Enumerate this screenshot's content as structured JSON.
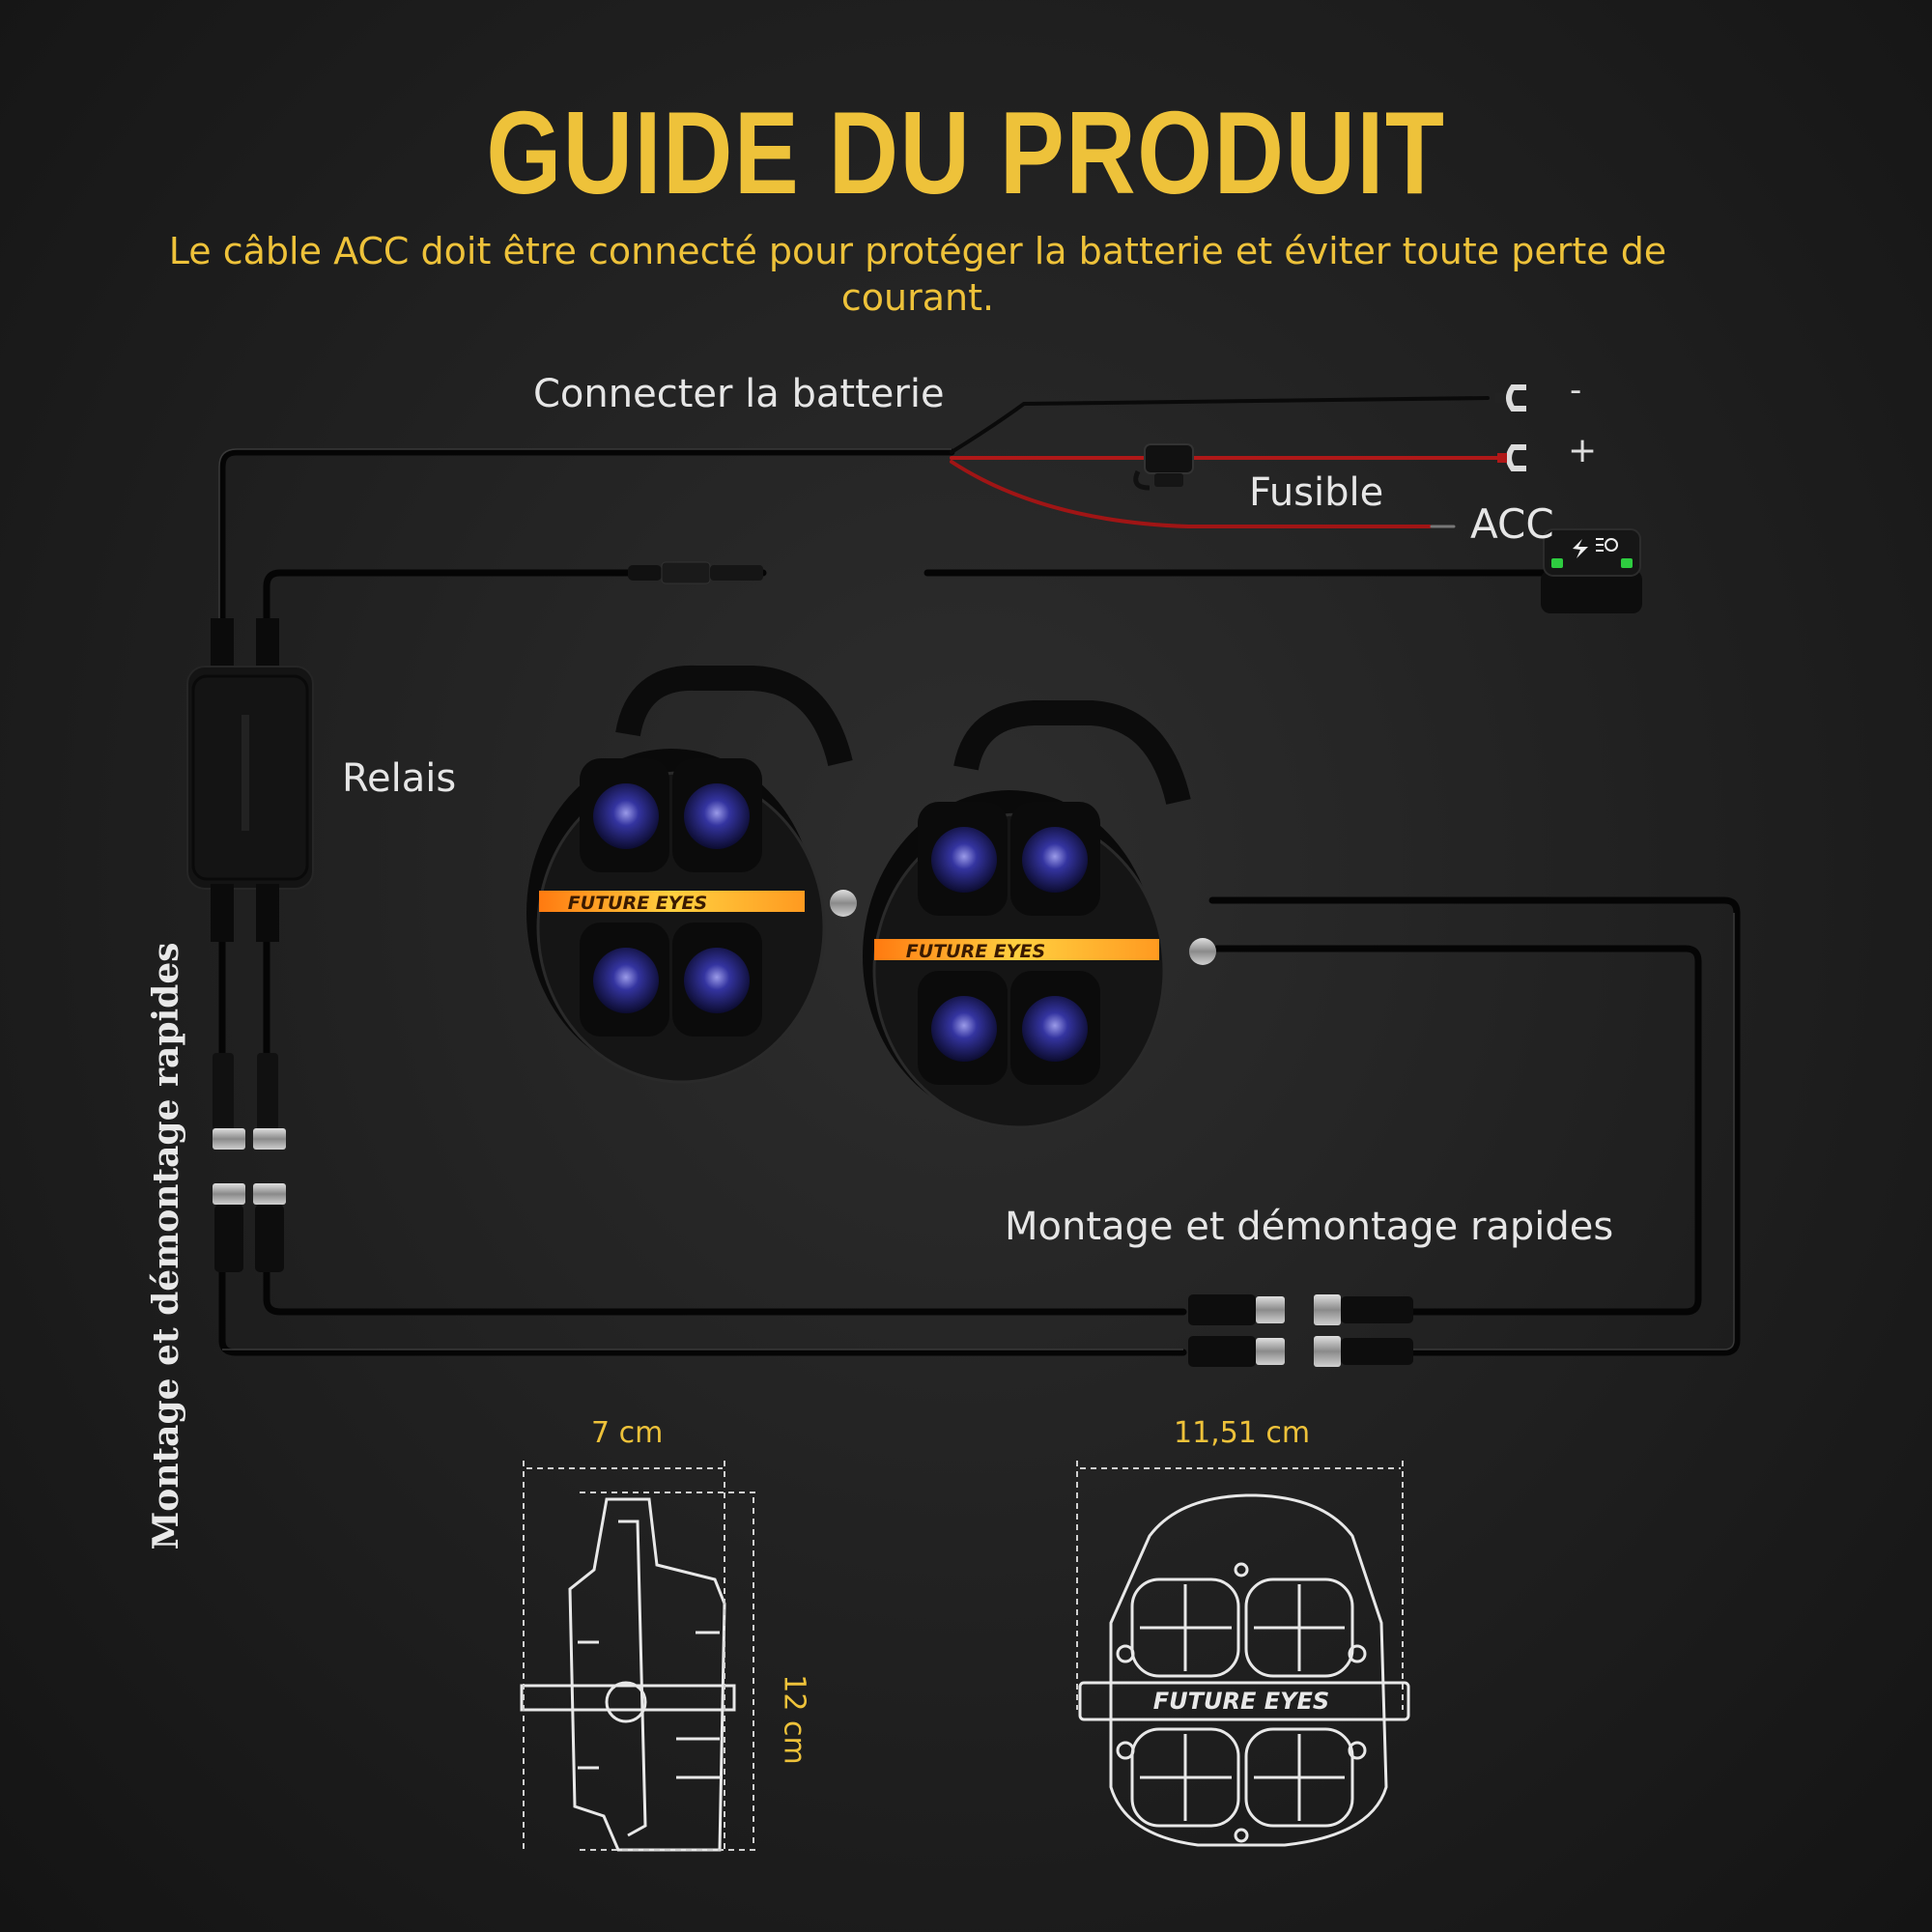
{
  "header": {
    "title": "GUIDE DU PRODUIT",
    "subtitle": "Le câble ACC doit être connecté pour protéger la batterie et éviter toute perte de courant."
  },
  "labels": {
    "battery": "Connecter la batterie",
    "fuse": "Fusible",
    "acc": "ACC",
    "relay": "Relais",
    "quick_mount": "Montage et démontage rapides",
    "quick_mount_vertical": "Montage et démontage rapides",
    "terminal_minus": "-",
    "terminal_plus": "+"
  },
  "brand": "FUTURE EYES",
  "dimensions": {
    "width": "7 cm",
    "depth": "11,51 cm",
    "height": "12 cm"
  },
  "colors": {
    "accent": "#eec23a",
    "wire": "#0a0a0a",
    "wire_red": "#b01818",
    "drl_amber": "#ffb020",
    "lens_blue": "#3a3aa8",
    "switch_green": "#2ecc40"
  },
  "icons": [
    "battery-ring-terminal-icon",
    "inline-fuse-icon",
    "rocker-switch-icon",
    "relay-box-icon",
    "connector-icon",
    "headlight-icon"
  ]
}
